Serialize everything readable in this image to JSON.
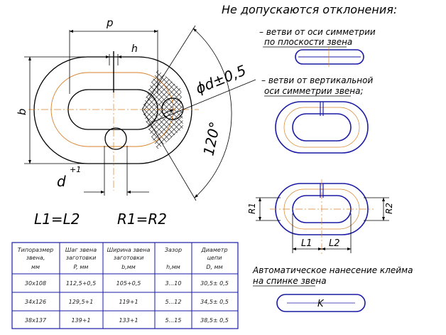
{
  "title": "Не допускаются отклонения:",
  "dims": {
    "p": "p",
    "h": "h",
    "b": "b",
    "d_plus": "d",
    "d_plus_sup": "+1",
    "phi_d": "ϕd±0,5",
    "angle": "120°",
    "l_eq": "L1=L2",
    "r_eq": "R1=R2",
    "r1": "R1",
    "r2": "R2",
    "l1": "L1",
    "l2": "L2",
    "k": "K"
  },
  "notes": {
    "note1_line1": "– ветви от оси симметрии",
    "note1_line2": "по плоскости звена",
    "note2_line1": "– ветви от вертикальной",
    "note2_line2": "оси симметрии звена;",
    "stamp_line1": "Автоматическое нанесение клейма",
    "stamp_line2": "на спинке звена"
  },
  "table": {
    "headers": [
      [
        "Типоразмер",
        "звена,",
        "мм"
      ],
      [
        "Шаг звена",
        "заготовки",
        "P, мм"
      ],
      [
        "Ширина звена",
        "заготовки",
        "b,мм"
      ],
      [
        "Зазор",
        "",
        "h,мм"
      ],
      [
        "Диаметр",
        "цепи",
        "D, мм"
      ]
    ],
    "rows": [
      [
        "30х108",
        "112,5+0,5",
        "105+0,5",
        "3...10",
        "30,5± 0,5"
      ],
      [
        "34х126",
        "129,5+1",
        "119+1",
        "5...12",
        "34,5± 0,5"
      ],
      [
        "38х137",
        "139+1",
        "133+1",
        "5...15",
        "38,5± 0,5"
      ]
    ]
  },
  "colors": {
    "outline": "#1a1aa6",
    "centerline": "#d9822b",
    "dimension": "#000000"
  }
}
